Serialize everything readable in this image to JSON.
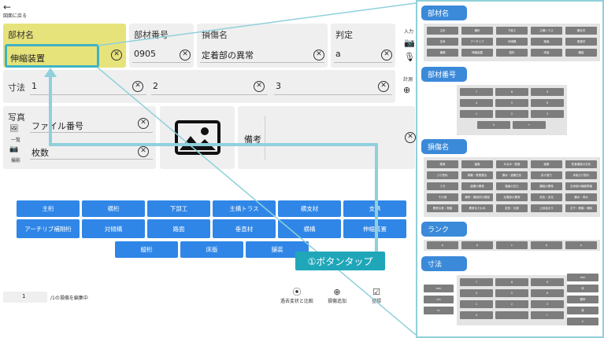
{
  "header": {
    "back_label": "図面に戻る"
  },
  "fields": {
    "buzaimei": {
      "label": "部材名",
      "value": "伸縮装置"
    },
    "buzaibango": {
      "label": "部材番号",
      "value": "0905"
    },
    "sonshomei": {
      "label": "損傷名",
      "value": "定着部の異常"
    },
    "hantei": {
      "label": "判定",
      "value": "a"
    },
    "input_side": {
      "label": "入力"
    },
    "sunpo": {
      "label": "寸法",
      "values": [
        "1",
        "2",
        "3"
      ]
    },
    "keisan_side": {
      "label": "計測"
    },
    "shashin": {
      "label": "写真",
      "list_label": "一覧",
      "shoot_label": "撮影"
    },
    "file": {
      "label": "ファイル番号"
    },
    "maisu": {
      "label": "枚数"
    },
    "biko": {
      "label": "備考"
    }
  },
  "categories": {
    "row1": [
      "主桁",
      "横桁",
      "下部工",
      "主構トラス",
      "横支材",
      "支承"
    ],
    "row2": [
      "アーチリブ補剛桁",
      "対傾構",
      "路面",
      "垂直材",
      "横構",
      "伸縮装置"
    ],
    "row3": [
      "縦桁",
      "床版",
      "舗装"
    ]
  },
  "callout": {
    "label": "①ボタンタップ"
  },
  "footer": {
    "page": "1",
    "status": "/1の損傷を編集中",
    "compare": "過去変状と比較",
    "add": "損傷追加",
    "register": "登録"
  },
  "panel": {
    "sections": [
      "部材名",
      "部材番号",
      "損傷名",
      "ランク",
      "寸法"
    ]
  },
  "colors": {
    "accent": "#2f86e7",
    "highlight": "#e7e37b",
    "callout": "#1fa7b9",
    "panel_border": "#8fd0db"
  }
}
